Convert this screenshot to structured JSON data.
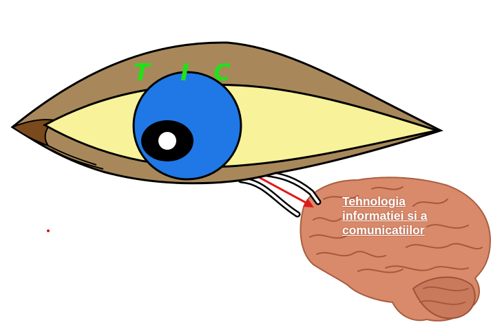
{
  "eye": {
    "title_letters": [
      "T",
      "I",
      "C"
    ],
    "letter_color": "#22e01a",
    "lid_color": "#a8885a",
    "sclera_color": "#f8f29a",
    "iris_color": "#1f78e6",
    "pupil_color": "#000000"
  },
  "brain": {
    "caption": "Tehnologia informatiei si a comunicatiilor",
    "color": "#d9896a"
  },
  "arrow_color": "#e01a1a"
}
